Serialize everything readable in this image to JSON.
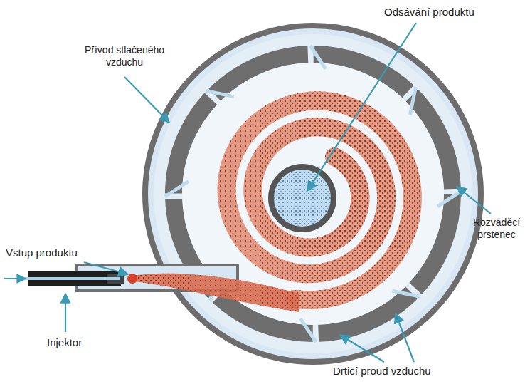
{
  "diagram": {
    "labels": [
      "Odsávání produktu",
      "Přívod stlačeného vzduchu",
      "Rozváděcí prstenec",
      "Vstup produktu",
      "Injektor",
      "Drticí proud vzduchu"
    ]
  }
}
